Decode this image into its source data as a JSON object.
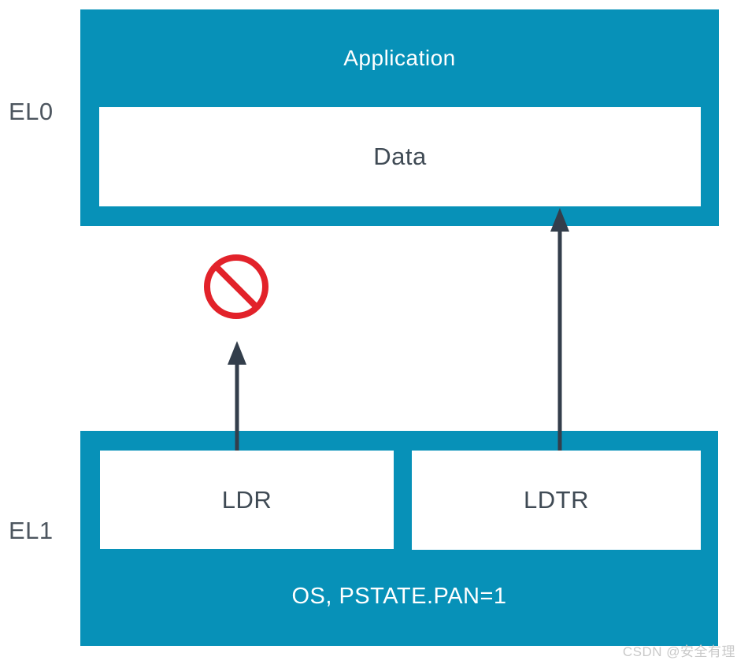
{
  "labels": {
    "el0": "EL0",
    "el1": "EL1"
  },
  "el0_box": {
    "title": "Application",
    "data_label": "Data"
  },
  "el1_box": {
    "title": "OS, PSTATE.PAN=1",
    "ldr": "LDR",
    "ldtr": "LDTR"
  },
  "icons": {
    "prohibition": "prohibition-icon",
    "ldr_arrow": "arrow-up-blocked-icon",
    "ldtr_arrow": "arrow-up-allowed-icon"
  },
  "colors": {
    "teal": "#0791b8",
    "arrow_dark": "#333e4b",
    "prohibition_red": "#e2222a",
    "label_text": "#4d565f",
    "box_text": "#3f4a54",
    "watermark_gray": "#c9c9c9"
  },
  "watermark": "CSDN @安全有理"
}
